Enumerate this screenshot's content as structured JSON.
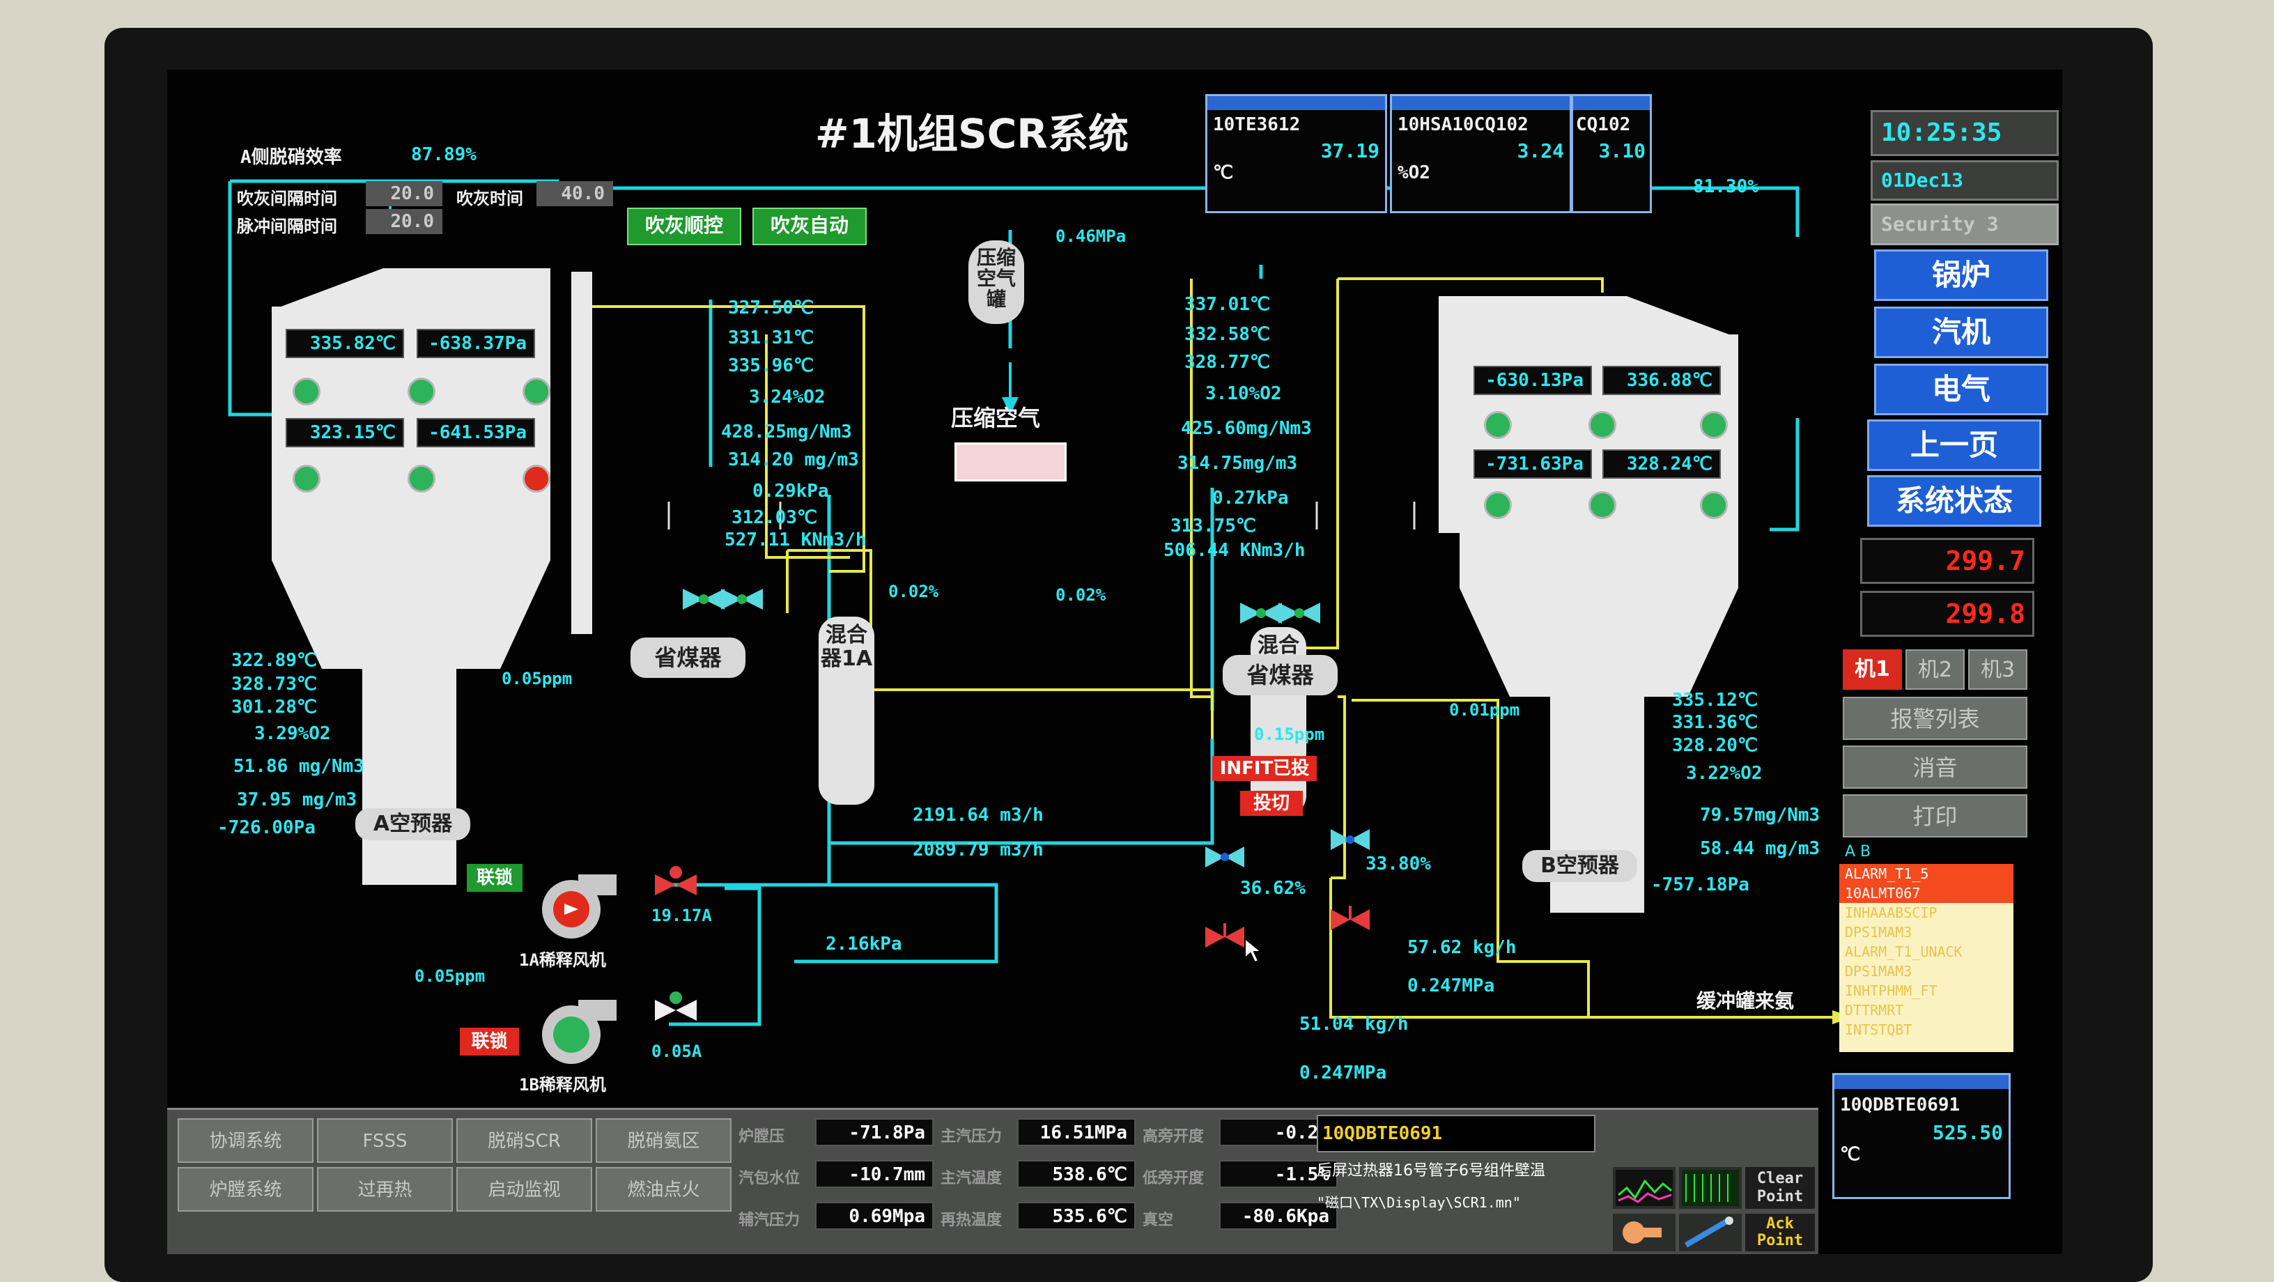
{
  "title": "#1机组SCR系统",
  "a_eff": {
    "label": "A侧脱硝效率",
    "value": "87.89%"
  },
  "b_eff": "81.30%",
  "blow": {
    "row1_label": "吹灰间隔时间",
    "row1_value": "20.0",
    "row1_label2": "吹灰时间",
    "row1_value2": "40.0",
    "row2_label": "脉冲间隔时间",
    "row2_value": "20.0",
    "btn_manual": "吹灰顺控",
    "btn_auto": "吹灰自动"
  },
  "compressor": {
    "tank": "压缩空气罐",
    "label": "压缩空气",
    "pressure": "0.46MPa"
  },
  "left": {
    "box_t1": "335.82℃",
    "box_p1": "-638.37Pa",
    "box_t2": "323.15℃",
    "box_p2": "-641.53Pa",
    "readings": [
      "327.50℃",
      "331.31℃",
      "335.96℃",
      "3.24%O2",
      "428.25mg/Nm3",
      "314.20 mg/m3",
      "0.29kPa",
      "312.03℃",
      "527.11 KNm3/h"
    ],
    "bottom": [
      "322.89℃",
      "328.73℃",
      "301.28℃",
      "3.29%O2",
      "51.86 mg/Nm3",
      "37.95 mg/m3",
      "-726.00Pa"
    ],
    "ppm": "0.05ppm",
    "economizer": "省煤器",
    "preheater": "A空预器",
    "mixer": "混合器1A",
    "mixer_pct": "0.02%"
  },
  "right": {
    "box_p1": "-630.13Pa",
    "box_t1": "336.88℃",
    "box_p2": "-731.63Pa",
    "box_t2": "328.24℃",
    "readings": [
      "337.01℃",
      "332.58℃",
      "328.77℃",
      "3.10%O2",
      "425.60mg/Nm3",
      "314.75mg/m3",
      "0.27kPa",
      "313.75℃",
      "506.44 KNm3/h"
    ],
    "bottom": [
      "335.12℃",
      "331.36℃",
      "328.20℃",
      "3.22%O2",
      "79.57mg/Nm3",
      "58.44 mg/m3",
      "-757.18Pa"
    ],
    "ppm": "0.01ppm",
    "economizer": "省煤器",
    "preheater": "B空预器",
    "mixer": "混合器1B",
    "mixer_pct": "0.02%"
  },
  "lower": {
    "ppm_b": "0.15ppm",
    "init_badge": "INFIT已投",
    "switch_badge": "投切",
    "flow1": "2191.64 m3/h",
    "flow2": "2089.79 m3/h",
    "kpa": "2.16kPa",
    "fan_a_current": "19.17A",
    "fan_b_current": "0.05A",
    "fan_a": "1A稀释风机",
    "fan_b": "1B稀释风机",
    "fan_ppm": "0.05ppm",
    "interlock": "联锁",
    "valve_pct_a": "36.62%",
    "valve_pct_b": "33.80%",
    "nh3_flow_b": "57.62 kg/h",
    "nh3_press_b": "0.247MPa",
    "nh3_flow_a": "51.04 kg/h",
    "nh3_press_a": "0.247MPa",
    "buffer": "缓冲罐来氨"
  },
  "popups": {
    "p1_tag": "10TE3612",
    "p1_value": "37.19",
    "p1_unit": "℃",
    "p2_tag": "10HSA10CQ102",
    "p2_value": "3.24",
    "p2_unit": "%O2",
    "p3_tag": "CQ102",
    "p3_value": "3.10",
    "p4_tag": "10QDBTE0691",
    "p4_value": "525.50",
    "p4_unit": "℃"
  },
  "sidebar": {
    "time": "10:25:35",
    "date": "01Dec13",
    "security": "Security 3",
    "nav": [
      "锅炉",
      "汽机",
      "电气",
      "上一页",
      "系统状态"
    ],
    "val1": "299.7",
    "val2": "299.8",
    "units": [
      "机1",
      "机2",
      "机3"
    ],
    "btn_alarm_list": "报警列表",
    "btn_silence": "消音",
    "btn_print": "打印",
    "alarm_tabs": "A   B",
    "alarm_active": "ALARM_T1_5",
    "alarm_active2": "10ALMT067",
    "alarm_lines": [
      "INHAAABSCIP",
      "DPS1MAM3",
      "ALARM_T1_UNACK",
      "DPS1MAM3",
      "INHTPHMM_FT",
      "DTTRMRT",
      "INTSTQBT"
    ]
  },
  "bottom_nav": {
    "row1": [
      "协调系统",
      "FSSS",
      "脱硝SCR",
      "脱硝氨区"
    ],
    "row2": [
      "炉膛系统",
      "过再热",
      "启动监视",
      "燃油点火"
    ]
  },
  "bottom_status": [
    {
      "label": "炉膛压",
      "value": "-71.8Pa"
    },
    {
      "label": "主汽压力",
      "value": "16.51MPa"
    },
    {
      "label": "高旁开度",
      "value": "-0.2%"
    },
    {
      "label": "汽包水位",
      "value": "-10.7mm"
    },
    {
      "label": "主汽温度",
      "value": "538.6℃"
    },
    {
      "label": "低旁开度",
      "value": "-1.5%"
    },
    {
      "label": "辅汽压力",
      "value": "0.69Mpa"
    },
    {
      "label": "再热温度",
      "value": "535.6℃"
    },
    {
      "label": "真空",
      "value": "-80.6Kpa"
    }
  ],
  "message": {
    "tag": "10QDBTE0691",
    "desc": "后屏过热器16号管子6号组件壁温",
    "path": "\"磁口\\TX\\Display\\SCR1.mn\""
  },
  "clear_point": "Clear Point",
  "ack_point": "Ack Point"
}
